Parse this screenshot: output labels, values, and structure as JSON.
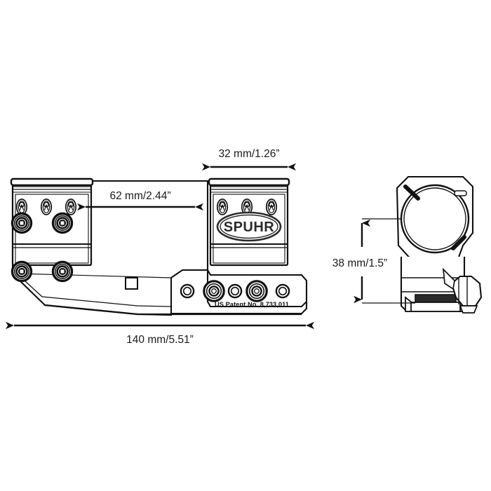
{
  "drawing": {
    "title": "SPUHR scope mount technical drawing",
    "brand_logo": "SPUHR",
    "patent_text": "US Patent No. 8,733,011",
    "line_color": "#111111",
    "fill_color": "#ffffff",
    "background": "#ffffff"
  },
  "dimensions": {
    "ring_spacing": "62 mm/2.44”",
    "ring_width": "32 mm/1.26”",
    "total_length": "140 mm/5.51”",
    "height": "38 mm/1.5”"
  },
  "views": {
    "side": {
      "name": "side-view",
      "rings": [
        "rear-ring-block",
        "front-ring-block"
      ],
      "base": "picatinny-base-rail"
    },
    "front": {
      "name": "front-view",
      "parts": [
        "scope-ring",
        "clamp-lever",
        "rail-slot"
      ]
    }
  }
}
